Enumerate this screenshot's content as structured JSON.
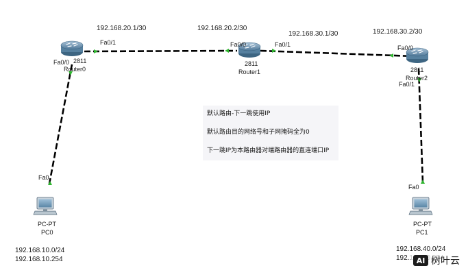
{
  "devices": {
    "router0": {
      "model": "2811",
      "name": "Router0"
    },
    "router1": {
      "model": "2811",
      "name": "Router1"
    },
    "router2": {
      "model": "2811",
      "name": "Router2"
    },
    "pc0": {
      "type": "PC-PT",
      "name": "PC0"
    },
    "pc1": {
      "type": "PC-PT",
      "name": "PC1"
    }
  },
  "links": {
    "r0_r1": {
      "ip_r0": "192.168.20.1/30",
      "ip_r1": "192.168.20.2/30",
      "port_r0": "Fa0/1",
      "port_r1": "Fa0/0"
    },
    "r1_r2": {
      "ip_r1": "192.168.30.1/30",
      "ip_r2": "192.168.30.2/30",
      "port_r1": "Fa0/1",
      "port_r2": "Fa0/0"
    },
    "r0_pc0": {
      "port_r0": "Fa0/0",
      "port_pc": "Fa0"
    },
    "r2_pc1": {
      "port_r2": "Fa0/1",
      "port_pc": "Fa0"
    }
  },
  "pc0_net": {
    "network": "192.168.10.0/24",
    "gateway": "192.168.10.254"
  },
  "pc1_net": {
    "network": "192.168.40.0/24",
    "gateway": "192.168.40.254"
  },
  "notes": [
    "默认路由-下一跳使用IP",
    "默认路由目的网络号和子网掩码全为0",
    "下一跳IP为本路由器对端路由器的直连端口IP"
  ],
  "watermark": {
    "logo": "AI",
    "text": "树叶云"
  },
  "colors": {
    "router": "#5e86a8",
    "link": "#000000",
    "port_up": "#2fb52f"
  }
}
